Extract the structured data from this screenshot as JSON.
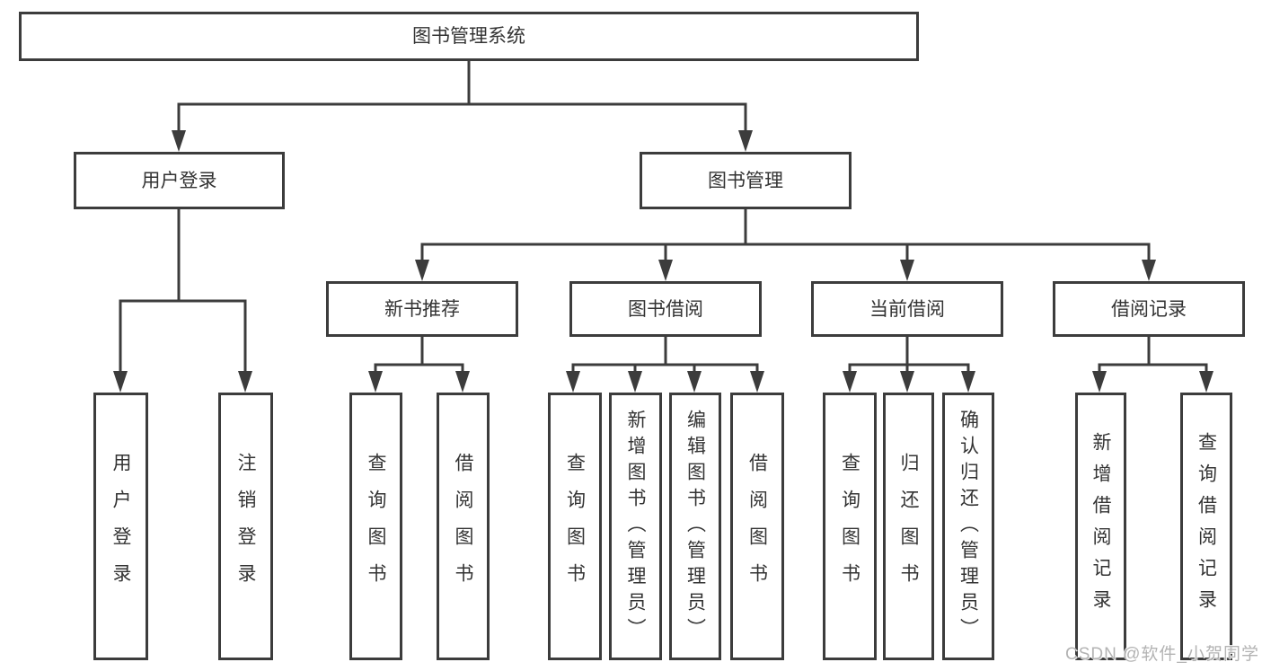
{
  "nodes": {
    "root": {
      "label": "图书管理系统"
    },
    "user_login": {
      "label": "用户登录"
    },
    "book_mgmt": {
      "label": "图书管理"
    },
    "new_book_rec": {
      "label": "新书推荐"
    },
    "book_borrow": {
      "label": "图书借阅"
    },
    "current_borrow": {
      "label": "当前借阅"
    },
    "borrow_records": {
      "label": "借阅记录"
    },
    "leaf_user_login": {
      "label": "用户登录"
    },
    "leaf_logout": {
      "label": "注销登录"
    },
    "leaf_query_book_1": {
      "label": "查询图书"
    },
    "leaf_borrow_book_1": {
      "label": "借阅图书"
    },
    "leaf_query_book_2": {
      "label": "查询图书"
    },
    "leaf_add_book": {
      "label": "新增图书（管理员）"
    },
    "leaf_edit_book": {
      "label": "编辑图书（管理员）"
    },
    "leaf_borrow_book_2": {
      "label": "借阅图书"
    },
    "leaf_query_book_3": {
      "label": "查询图书"
    },
    "leaf_return_book": {
      "label": "归还图书"
    },
    "leaf_confirm_return": {
      "label": "确认归还（管理员）"
    },
    "leaf_add_record": {
      "label": "新增借阅记录"
    },
    "leaf_query_record": {
      "label": "查询借阅记录"
    }
  },
  "watermark": {
    "text": "CSDN @软件_小贺同学"
  },
  "colors": {
    "line": "#3c3c3c",
    "box_border": "#3c3c3c",
    "box_background": "#ffffff",
    "text": "#333333",
    "watermark": "#b3b3b3"
  }
}
